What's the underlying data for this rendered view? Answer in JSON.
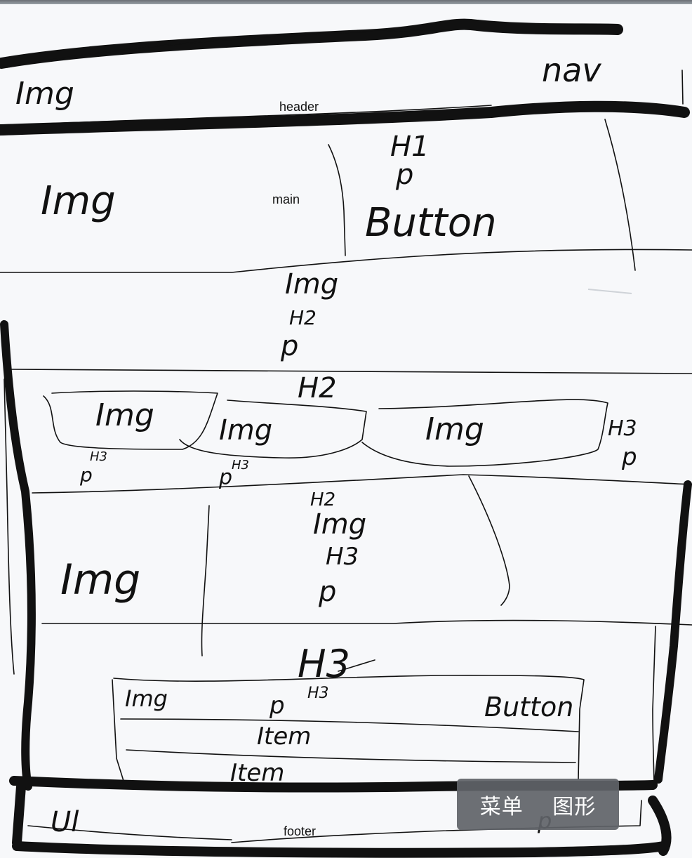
{
  "regions": {
    "header": "header",
    "main": "main",
    "footer": "footer"
  },
  "sketch_labels": {
    "header_img": "Img",
    "header_nav": "nav",
    "hero_img": "Img",
    "hero_h1": "H1",
    "hero_p": "p",
    "hero_button": "Button",
    "feature_img": "Img",
    "feature_h2": "H2",
    "feature_p": "p",
    "cards_h2": "H2",
    "card1_img": "Img",
    "card1_h3": "H3",
    "card1_p": "p",
    "card2_img": "Img",
    "card2_h3": "H3",
    "card2_p": "p",
    "card3_img": "Img",
    "card3_h3": "H3",
    "card3_p": "p",
    "split_img": "Img",
    "split_h2": "H2",
    "split_img2": "Img",
    "split_h3": "H3",
    "split_p": "p",
    "list_h3": "H3",
    "list_img": "Img",
    "list_item_h3": "H3",
    "list_p": "p",
    "list_button": "Button",
    "list_item1": "Item",
    "list_item2": "Item",
    "footer_ul": "Ul",
    "footer_p": "p"
  },
  "toolbar": {
    "menu_label": "菜单",
    "shapes_label": "图形"
  },
  "colors": {
    "ink": "#111111",
    "paper": "#f7f8fa",
    "toolbar_bg": "#5f6368"
  }
}
